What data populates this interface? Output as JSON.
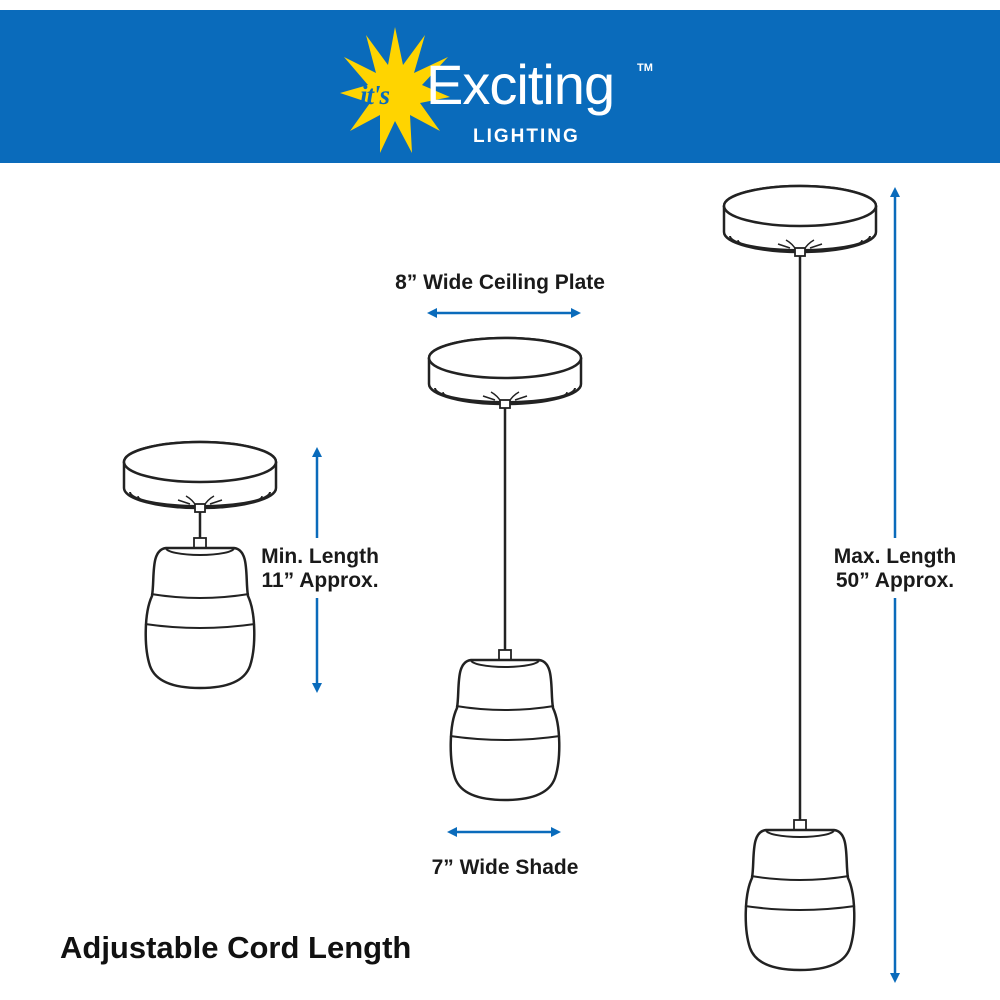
{
  "brand": {
    "prefix": "it's",
    "name": "Exciting",
    "trademark": "TM",
    "subtitle": "LIGHTING",
    "banner_color": "#0a6bbb",
    "star_color": "#ffd400"
  },
  "labels": {
    "plate_width": "8” Wide Ceiling Plate",
    "min_length_line1": "Min. Length",
    "min_length_line2": "11” Approx.",
    "max_length_line1": "Max. Length",
    "max_length_line2": "50” Approx.",
    "shade_width": "7” Wide Shade"
  },
  "caption": "Adjustable Cord Length",
  "colors": {
    "arrow": "#0a6bbb",
    "outline": "#222222"
  },
  "icons": [
    "sunburst-icon",
    "ceiling-plate-icon",
    "pendant-shade-icon",
    "dimension-arrow-icon"
  ]
}
